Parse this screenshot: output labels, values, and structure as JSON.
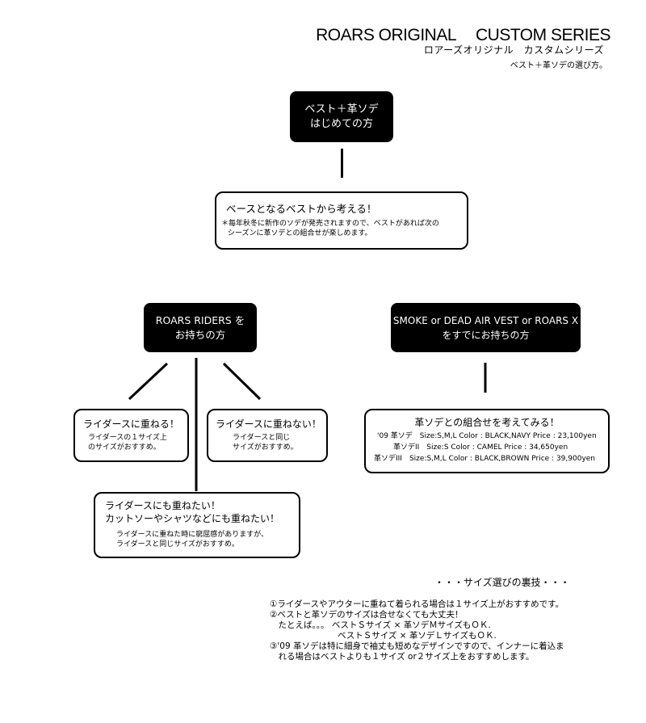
{
  "header": {
    "title_left": "ROARS ORIGINAL",
    "title_right": "CUSTOM SERIES",
    "subtitle_jp": "ロアーズオリジナル　カスタムシリーズ",
    "subtitle_guide": "ベスト＋革ソデの選び方。"
  },
  "start": {
    "line1": "ベスト＋革ソデ",
    "line2": "はじめての方"
  },
  "base": {
    "heading": "ベースとなるベストから考える！",
    "note1": "＊毎年秋冬に新作のソデが発売されますので、ベストがあれば次の",
    "note2": "シーズンに革ソデとの組合せが楽しめます。"
  },
  "riders": {
    "line1": "ROARS RIDERS を",
    "line2": "お持ちの方"
  },
  "smoke": {
    "line1": "SMOKE or DEAD AIR VEST or ROARS X",
    "line2": "をすでにお持ちの方"
  },
  "opt_over": {
    "heading": "ライダースに重ねる！",
    "line1": "ライダースの１サイズ上",
    "line2": "のサイズがおすすめ。"
  },
  "opt_no": {
    "heading": "ライダースに重ねない！",
    "line1": "ライダースと同じ",
    "line2": "サイズがおすすめ。"
  },
  "opt_both": {
    "heading1": "ライダースにも重ねたい！",
    "heading2": "カットソーやシャツなどにも重ねたい！",
    "line1": "ライダースに重ねた時に窮屈感がありますが、",
    "line2": "ライダースと同じサイズがおすすめ。"
  },
  "combo": {
    "heading": "革ソデとの組合せを考えてみる！",
    "rows": [
      "'09 革ソデ　Size:S,M,L  Color : BLACK,NAVY   Price : 23,100yen",
      "革ソデII　Size:S  Color : CAMEL   Price : 34,650yen",
      "革ソデIII　Size:S,M,L  Color : BLACK,BROWN   Price : 39,900yen"
    ]
  },
  "tips": {
    "title": "・・・サイズ選びの裏技・・・",
    "lines": [
      "①ライダースやアウターに重ねて着られる場合は１サイズ上がおすすめです。",
      "②ベストと革ソデのサイズは合せなくても大丈夫！",
      "　たとえば。。。 ベストＳサイズ × 革ソデＭサイズもＯＫ.",
      "　　　　　　　　ベストＳサイズ × 革ソデＬサイズもＯＫ.",
      "③'09 革ソデは特に細身で袖丈も短めなデザインですので、インナーに着込ま",
      "　れる場合はベストよりも１サイズ or２サイズ上をおすすめします。"
    ]
  }
}
